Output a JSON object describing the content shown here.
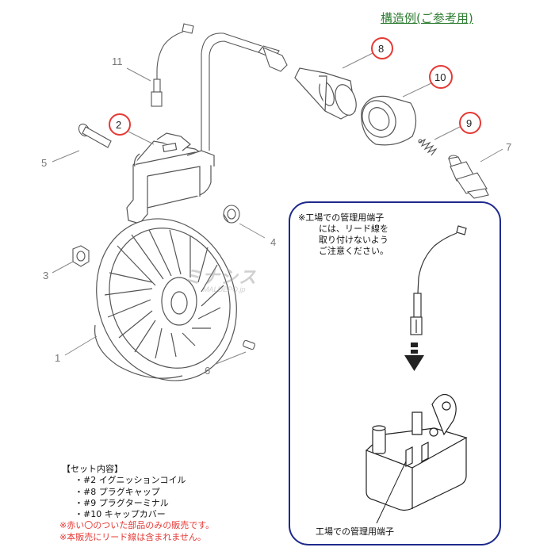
{
  "title": "構造例(ご参考用)",
  "callouts": [
    {
      "id": "11",
      "label": "11"
    },
    {
      "id": "2",
      "label": "2",
      "circled": true
    },
    {
      "id": "5",
      "label": "5"
    },
    {
      "id": "8",
      "label": "8",
      "circled": true
    },
    {
      "id": "10",
      "label": "10",
      "circled": true
    },
    {
      "id": "9",
      "label": "9",
      "circled": true
    },
    {
      "id": "7",
      "label": "7"
    },
    {
      "id": "4",
      "label": "4"
    },
    {
      "id": "3",
      "label": "3"
    },
    {
      "id": "1",
      "label": "1"
    },
    {
      "id": "6",
      "label": "6"
    }
  ],
  "inset": {
    "note_lines": [
      "※工場での管理用端子",
      "には、リード線を",
      "取り付けないよう",
      "ご注意ください。"
    ],
    "terminal_label": "工場での管理用端子"
  },
  "watermark": {
    "text": "ミナシス",
    "sub": "MALDEPO.jp"
  },
  "set_contents": {
    "heading": "【セット内容】",
    "items": [
      "・#2 イグニッションコイル",
      "・#8 プラグキャップ",
      "・#9 プラグターミナル",
      "・#10 キャップカバー"
    ],
    "notes": [
      "※赤い〇のついた部品のみの販売です。",
      "※本販売にリード線は含まれません。"
    ]
  },
  "colors": {
    "title": "#2e7d32",
    "circle": "#e53935",
    "inset_border": "#1e2a8c",
    "note_red": "#e53935"
  }
}
